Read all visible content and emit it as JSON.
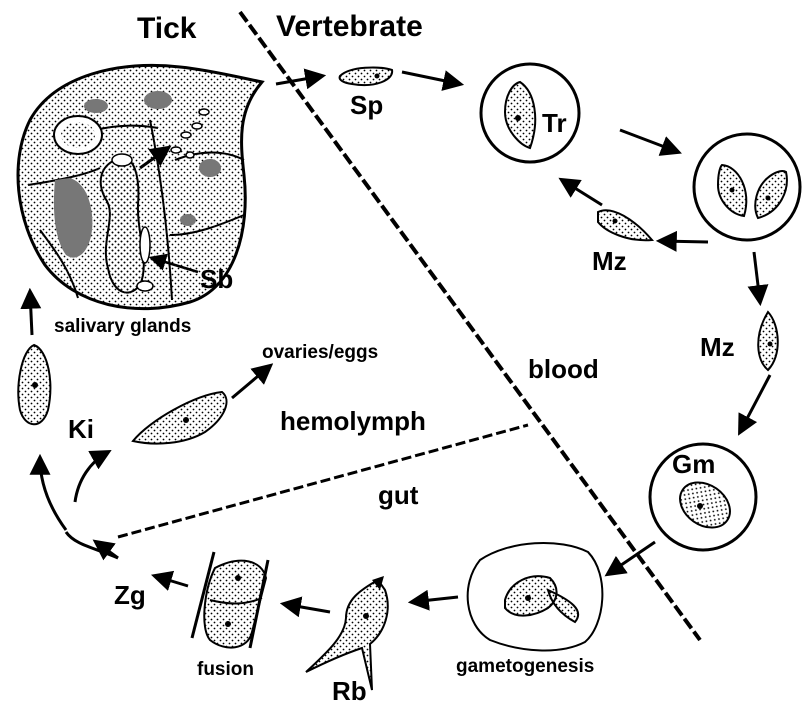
{
  "headers": {
    "tick": "Tick",
    "vertebrate": "Vertebrate"
  },
  "regions": {
    "blood": "blood",
    "hemolymph": "hemolymph",
    "gut": "gut"
  },
  "stages": {
    "sp": "Sp",
    "tr": "Tr",
    "mz_left": "Mz",
    "mz_right": "Mz",
    "gm": "Gm",
    "rb": "Rb",
    "zg": "Zg",
    "ki": "Ki",
    "sb": "Sb"
  },
  "sites": {
    "salivary_glands": "salivary glands",
    "ovaries_eggs": "ovaries/eggs",
    "fusion": "fusion",
    "gametogenesis": "gametogenesis"
  }
}
